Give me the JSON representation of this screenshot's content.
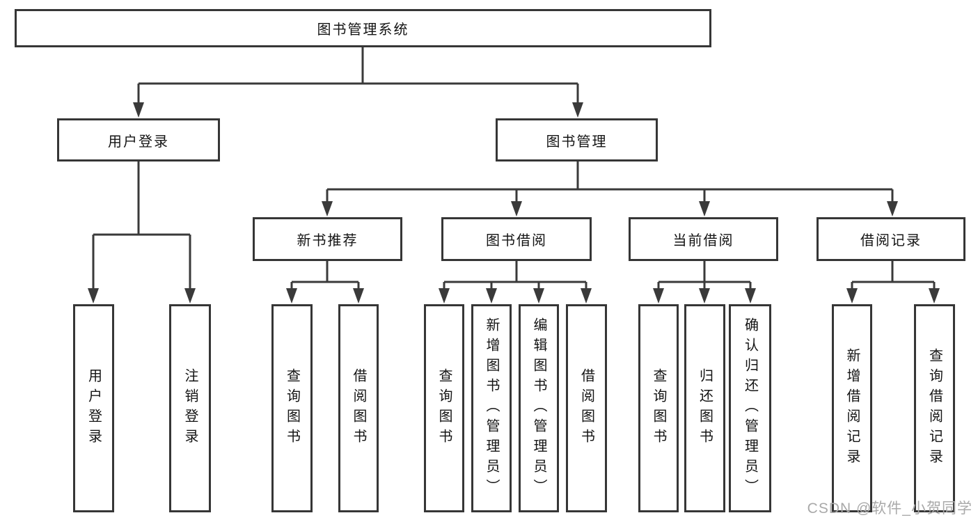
{
  "diagram": {
    "type": "hierarchy-diagram",
    "colors": {
      "line": "#3a3a3a",
      "box_border": "#363636",
      "box_fill": "#ffffff",
      "text": "#141414",
      "watermark_text": "#a9a9a9",
      "background": "#ffffff"
    },
    "tree": {
      "root": {
        "label": "图书管理系统"
      },
      "children": [
        {
          "label": "用户登录",
          "children": [
            {
              "label": "用户登录"
            },
            {
              "label": "注销登录"
            }
          ]
        },
        {
          "label": "图书管理",
          "children": [
            {
              "label": "新书推荐",
              "children": [
                {
                  "label": "查询图书"
                },
                {
                  "label": "借阅图书"
                }
              ]
            },
            {
              "label": "图书借阅",
              "children": [
                {
                  "label": "查询图书"
                },
                {
                  "label": "新增图书（管理员）"
                },
                {
                  "label": "编辑图书（管理员）"
                },
                {
                  "label": "借阅图书"
                }
              ]
            },
            {
              "label": "当前借阅",
              "children": [
                {
                  "label": "查询图书"
                },
                {
                  "label": "归还图书"
                },
                {
                  "label": "确认归还（管理员）"
                }
              ]
            },
            {
              "label": "借阅记录",
              "children": [
                {
                  "label": "新增借阅记录"
                },
                {
                  "label": "查询借阅记录"
                }
              ]
            }
          ]
        }
      ]
    },
    "watermark": "CSDN @软件_小贺同学"
  }
}
